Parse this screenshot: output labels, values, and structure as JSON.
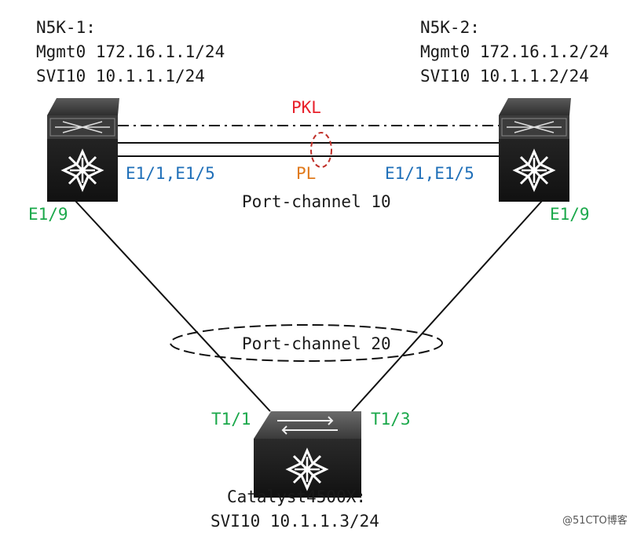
{
  "n5k1": {
    "name": "N5K-1:",
    "mgmt": "Mgmt0 172.16.1.1/24",
    "svi": "SVI10 10.1.1.1/24",
    "peer_ports": "E1/1,E1/5",
    "downlink_port": "E1/9"
  },
  "n5k2": {
    "name": "N5K-2:",
    "mgmt": "Mgmt0 172.16.1.2/24",
    "svi": "SVI10 10.1.1.2/24",
    "peer_ports": "E1/1,E1/5",
    "downlink_port": "E1/9"
  },
  "links": {
    "pkl": "PKL",
    "pl": "PL",
    "port_channel_10": "Port-channel 10",
    "port_channel_20": "Port-channel 20"
  },
  "catalyst": {
    "name": "Catalyst4500X:",
    "svi": "SVI10 10.1.1.3/24",
    "port_left": "T1/1",
    "port_right": "T1/3"
  },
  "watermark": "@51CTO博客",
  "colors": {
    "port_label": "#1f6fb8",
    "downlink_label": "#1aa84a",
    "pkl_label": "#e8202a",
    "pl_label": "#e07a1c",
    "device_body": "#232323"
  }
}
